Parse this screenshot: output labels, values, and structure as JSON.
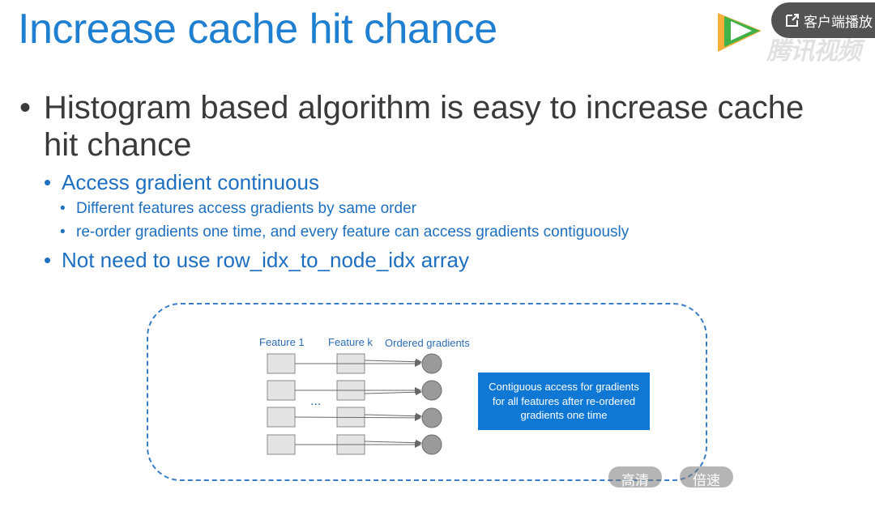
{
  "slide": {
    "title": "Increase cache hit chance",
    "bullets": {
      "main": "Histogram based algorithm is easy to increase cache hit chance",
      "sub1": "Access gradient continuous",
      "sub1_items": [
        "Different features access gradients by same order",
        "re-order gradients one time, and every feature can access gradients contiguously"
      ],
      "sub2": "Not need to use row_idx_to_node_idx array"
    }
  },
  "diagram": {
    "labels": {
      "feature1": "Feature 1",
      "featurek": "Feature k",
      "ordered": "Ordered gradients",
      "ellipsis": "..."
    },
    "callout": "Contiguous access for gradients for all features after re-ordered gradients one time"
  },
  "player": {
    "client_label": "客户端播放",
    "watermark": "腾讯视频",
    "quality_button": "高清",
    "speed_button": "倍速"
  },
  "colors": {
    "title": "#1f7fd0",
    "sub_text": "#1e6fc0",
    "body_text": "#3a3a3a",
    "callout_bg": "#0f78d4"
  }
}
